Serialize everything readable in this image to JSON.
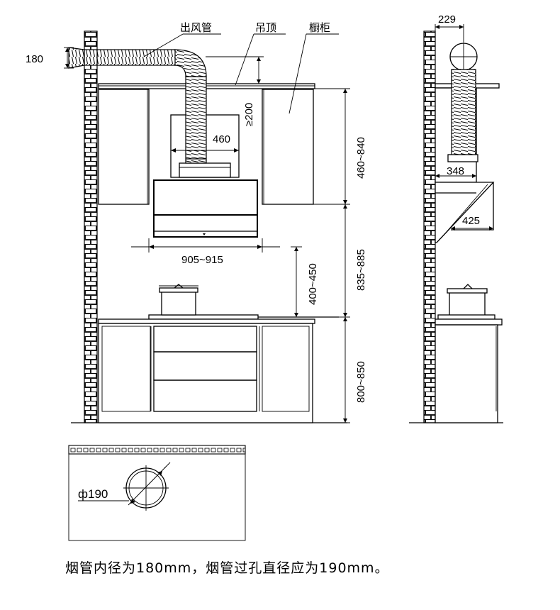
{
  "labels": {
    "duct": "出风管",
    "ceiling": "吊顶",
    "cabinet": "橱柜"
  },
  "dimensions": {
    "duct_dia": "180",
    "min_gap": "≥200",
    "hood_top_width": "460",
    "hood_width": "905~915",
    "cabinet_height": "460~840",
    "mount_height": "835~885",
    "hob_clearance": "400~450",
    "counter_height": "800~850",
    "side_offset": "229",
    "side_top_depth": "348",
    "side_depth": "425",
    "hole_dia": "ф190"
  },
  "note": "烟管内径为180mm，烟管过孔直径应为190mm。"
}
